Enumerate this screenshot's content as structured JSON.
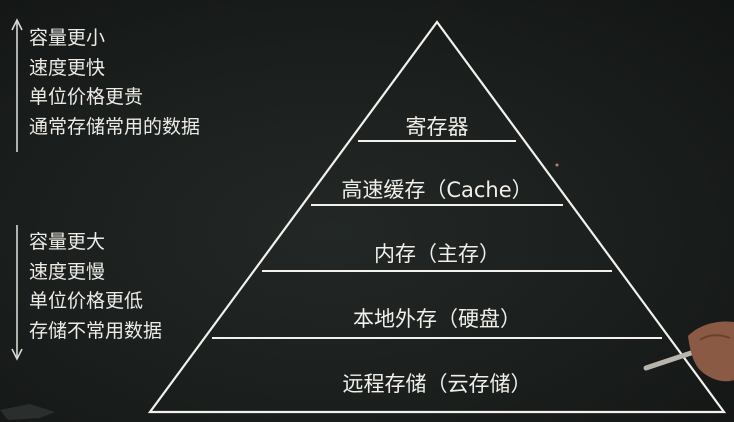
{
  "left_notes": {
    "top": [
      "容量更小",
      "速度更快",
      "单位价格更贵",
      "通常存储常用的数据"
    ],
    "bottom": [
      "容量更大",
      "速度更慢",
      "单位价格更低",
      "存储不常用数据"
    ]
  },
  "pyramid": {
    "levels": [
      "寄存器",
      "高速缓存（Cache）",
      "内存（主存）",
      "本地外存（硬盘）",
      "远程存储（云存储）"
    ]
  }
}
